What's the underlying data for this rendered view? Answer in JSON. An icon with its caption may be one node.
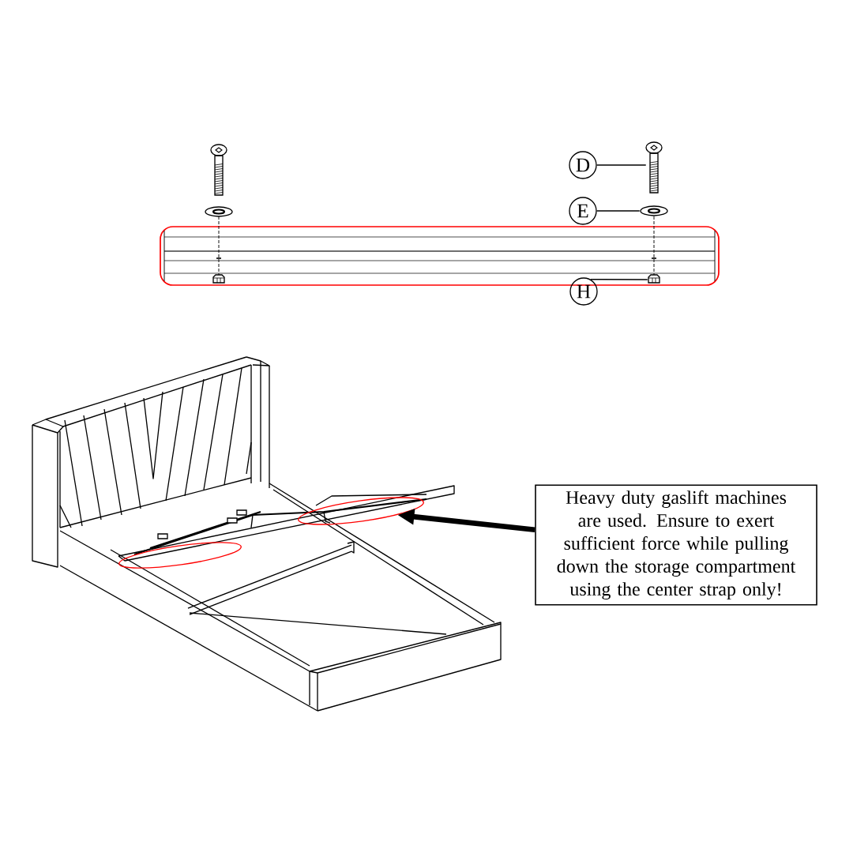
{
  "diagram": {
    "nodes": [
      {
        "text": [
          "D"
        ]
      },
      {
        "text": [
          "E"
        ]
      },
      {
        "text": [
          "H"
        ]
      },
      {
        "text": [],
        "shape": "bolt"
      },
      {
        "text": [],
        "shape": "washer"
      },
      {
        "text": [],
        "shape": "nut"
      },
      {
        "text": [
          "Heavy duty gaslift machines are used. Ensure to exert sufficient force while pulling down the storage compartment using the center strap only!"
        ]
      },
      {
        "text": [],
        "shape": "ellipse"
      },
      {
        "text": [],
        "shape": "ellipse"
      }
    ],
    "edges": [
      {
        "from": 0,
        "to": 3,
        "arrow": "none"
      },
      {
        "from": 1,
        "to": 4,
        "arrow": "none"
      },
      {
        "from": 2,
        "to": 5,
        "arrow": "none"
      },
      {
        "from": 6,
        "to": 8,
        "arrow": "to",
        "style": "thick"
      }
    ]
  }
}
